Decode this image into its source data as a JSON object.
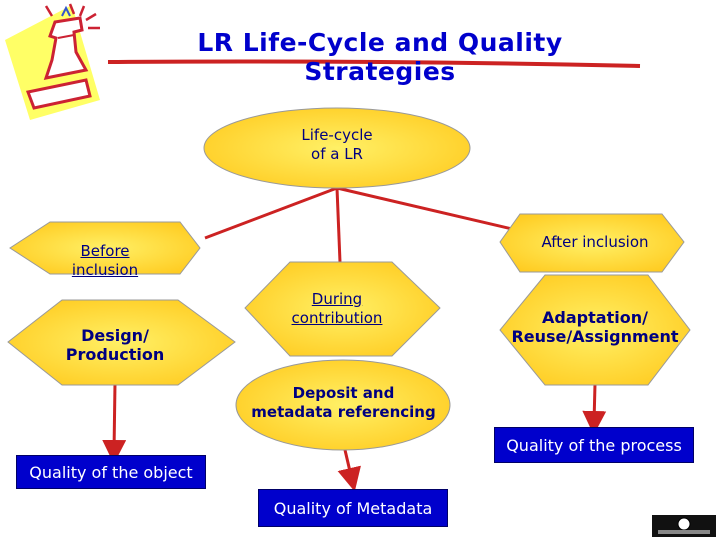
{
  "title": "LR Life-Cycle and Quality Strategies",
  "nodes": {
    "root_line1": "Life-cycle",
    "root_line2": "of a LR",
    "before_line1": "Before",
    "before_line2": "inclusion",
    "after": "After inclusion",
    "design_line1": "Design/",
    "design_line2": "Production",
    "during_line1": "During",
    "during_line2": "contribution",
    "adaptation_line1": "Adaptation/",
    "adaptation_line2": "Reuse/Assignment",
    "deposit_line1": "Deposit and",
    "deposit_line2": "metadata referencing"
  },
  "quality": {
    "object": "Quality of the object",
    "metadata": "Quality of Metadata",
    "process": "Quality of the process"
  },
  "colors": {
    "node_fill": "#ffdd33",
    "node_stroke": "#999999",
    "connector": "#cc2222",
    "title": "#0000cc",
    "label": "#000080",
    "quality_box": "#0000cc"
  },
  "icons": {
    "logo": "chess-rook-icon",
    "license": "creative-commons-badge-icon"
  }
}
